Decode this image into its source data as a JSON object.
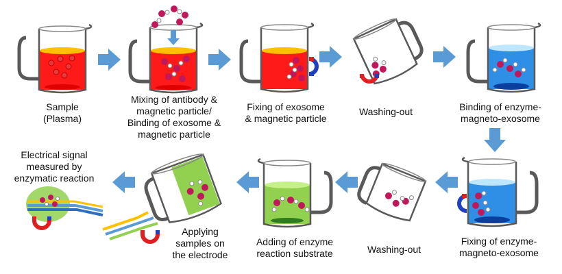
{
  "steps": [
    {
      "label": "Sample\n(Plasma)",
      "liquid": "red"
    },
    {
      "label": "Mixing of antibody &\nmagnetic particle/\nBinding of exosome &\nmagnetic particle",
      "liquid": "red"
    },
    {
      "label": "Fixing of exosome\n& magnetic particle",
      "liquid": "red"
    },
    {
      "label": "Washing-out",
      "liquid": "none"
    },
    {
      "label": "Binding of enzyme-\nmagneto-exosome",
      "liquid": "blue"
    },
    {
      "label": "Fixing of enzyme-\nmagneto-exosome",
      "liquid": "blue"
    },
    {
      "label": "Washing-out",
      "liquid": "none"
    },
    {
      "label": "Adding of enzyme\nreaction substrate",
      "liquid": "green"
    },
    {
      "label": "Applying\nsamples on\nthe electrode",
      "liquid": "green"
    },
    {
      "label": "Electrical signal\nmeasured by\nenzymatic reaction",
      "liquid": "green"
    }
  ],
  "colors": {
    "arrow": "#5b9bd5",
    "beaker_outline": "#595959",
    "red_liquid": "#ff1a1a",
    "red_surface": "#ffc000",
    "blue_liquid": "#2f8fe6",
    "blue_surface": "#bfe6ff",
    "green_liquid": "#92d050",
    "green_surface": "#c6f08a",
    "exosome": "#c0185a",
    "magnet_red": "#e02020",
    "magnet_blue": "#2040c0"
  }
}
